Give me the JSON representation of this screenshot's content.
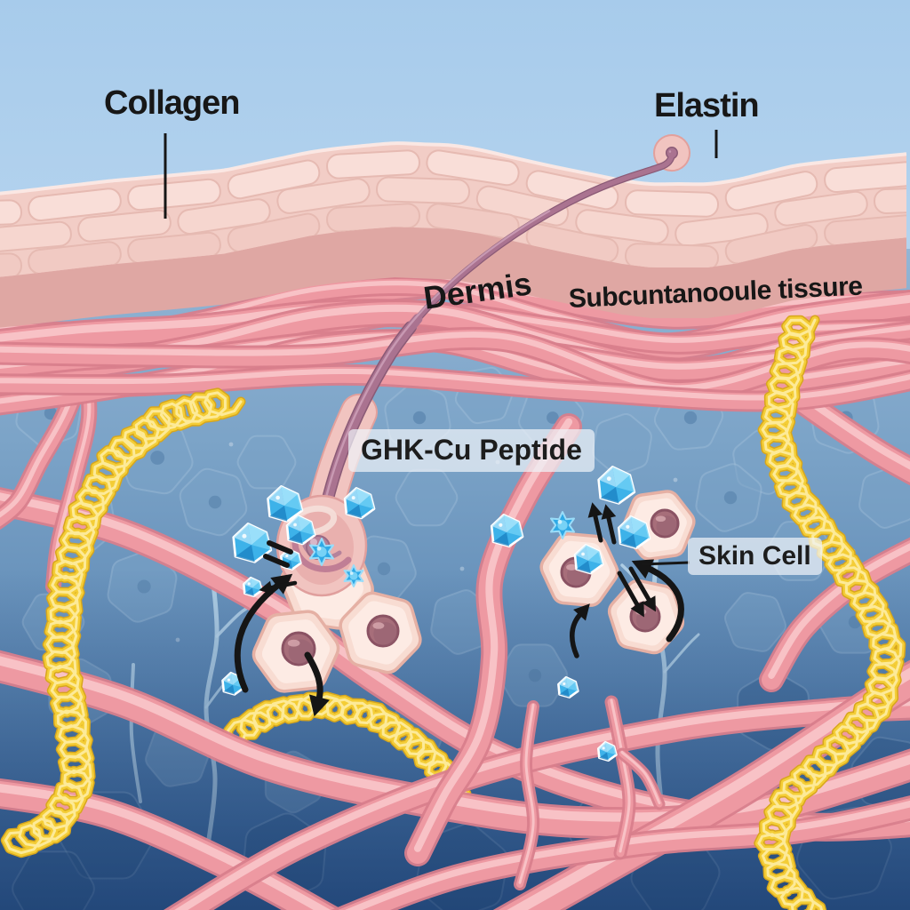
{
  "labels": {
    "collagen": "Collagen",
    "elastin": "Elastin",
    "dermis": "Dermis",
    "subcutaneous_tissue": "Subcuntanooule tissure",
    "ghk_peptide": "GHK-Cu Peptide",
    "skin_cell": "Skin Cell"
  },
  "colors": {
    "sky_top": "#a7cbeb",
    "sky_bottom": "#d8e9f7",
    "epidermis_base": "#f2cdc6",
    "brick_fill": "#f6d6cf",
    "brick_highlight": "#f9ded8",
    "brick_shadow": "#f1cac3",
    "brick_stroke": "#e6bab2",
    "smooth_band": "#dfa7a3",
    "fiber_main": "#ee99a2",
    "fiber_dark": "#d87e8c",
    "fiber_light": "#f8c6ca",
    "dermis_top": "#93b5d5",
    "dermis_mid": "#7ba3c7",
    "dermis_low": "#5d88b4",
    "dermis_bottom": "#38659b",
    "cell_fill": "#7ba3c7",
    "cell_stroke": "#aec7df",
    "cell_nucleus": "#5f89b2",
    "nerve": "#b9d6ea",
    "elastin_main": "#f4cd36",
    "elastin_light": "#fdeb9e",
    "elastin_dark": "#d7a61d",
    "gem_fill": "#3db2e9",
    "gem_light": "#9fe2fb",
    "gem_dark": "#1a7fc0",
    "gem_stroke": "#ffffff",
    "skin_cell_fill": "#f8dcd2",
    "skin_cell_stroke": "#e5b0a4",
    "skin_cell_inner": "#fdece5",
    "nucleus_fill": "#a76e7a",
    "nucleus_stroke": "#8a5263",
    "hair": "#aa7390",
    "hair_dark": "#8a5a76",
    "hair_light": "#d2a6bd",
    "follicle_outer": "#f1c4c0",
    "follicle_mid": "#e9b0ae",
    "follicle_swirl": "#c07e95",
    "arrow": "#151515",
    "label_text": "#171717"
  }
}
